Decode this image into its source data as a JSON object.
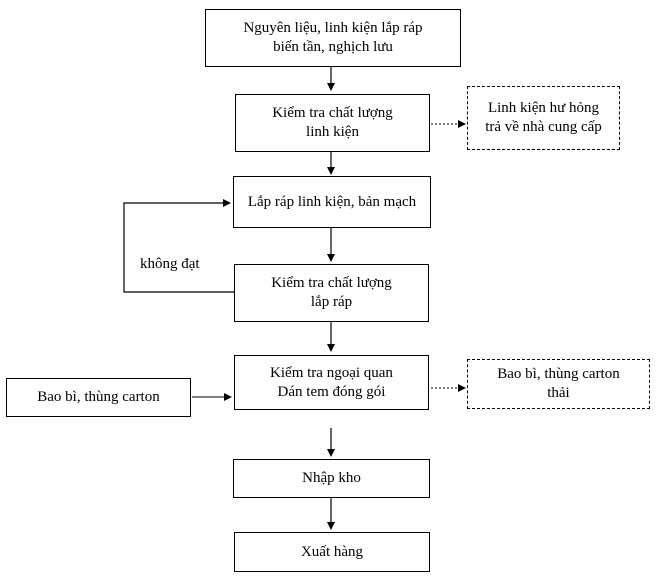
{
  "nodes": {
    "raw_materials": "Nguyên liệu, linh kiện lắp ráp\nbiến tần, nghịch lưu",
    "component_qc": "Kiểm tra chất lượng\nlinh kiện",
    "defective_return": "Linh kiện hư hỏng\ntrả về nhà cung cấp",
    "assembly": "Lắp ráp linh kiện, bản mạch",
    "assembly_qc": "Kiểm tra chất lượng\nlắp ráp",
    "inspection_packing": "Kiểm tra ngoại quan\nDán tem đóng gói",
    "packaging_input": "Bao bì, thùng carton",
    "packaging_waste": "Bao bì, thùng carton\nthải",
    "warehouse": "Nhập kho",
    "shipping": "Xuất hàng"
  },
  "edges": {
    "fail_label": "không đạt"
  }
}
